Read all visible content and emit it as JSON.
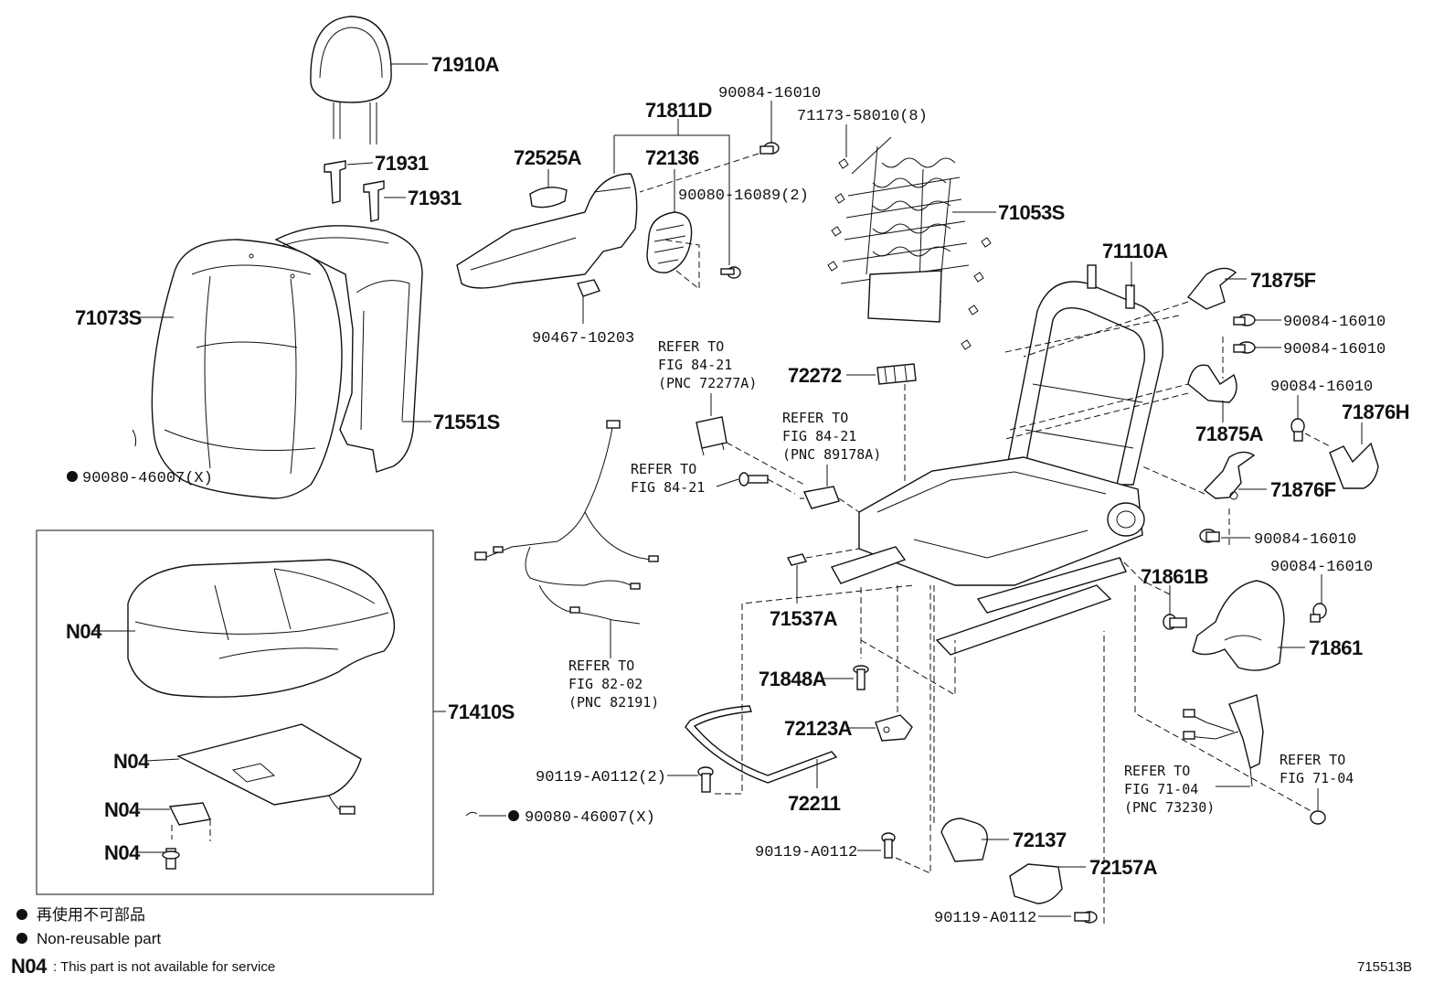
{
  "diagram_code": "715513B",
  "parts": {
    "p71910A": "71910A",
    "p71931a": "71931",
    "p71931b": "71931",
    "p71073S": "71073S",
    "p71551S": "71551S",
    "p90080_46007_a": "90080-46007(X)",
    "p90080_46007_b": "90080-46007(X)",
    "p71410S": "71410S",
    "n04_a": "N04",
    "n04_b": "N04",
    "n04_c": "N04",
    "n04_d": "N04",
    "p72525A": "72525A",
    "p71811D": "71811D",
    "p72136": "72136",
    "p90084_16010_top": "90084-16010",
    "p90080_16089": "90080-16089(2)",
    "p90467_10203": "90467-10203",
    "p71173_58010": "71173-58010(8)",
    "p71053S": "71053S",
    "p71110A": "71110A",
    "p71875F": "71875F",
    "p90084_16010_r1": "90084-16010",
    "p90084_16010_r2": "90084-16010",
    "p90084_16010_r3": "90084-16010",
    "p71875A": "71875A",
    "p71876H": "71876H",
    "p71876F": "71876F",
    "p90084_16010_r4": "90084-16010",
    "p90084_16010_r5": "90084-16010",
    "p71861B": "71861B",
    "p71861": "71861",
    "p72272": "72272",
    "p71537A": "71537A",
    "p71848A": "71848A",
    "p72123A": "72123A",
    "p72211": "72211",
    "p90119_a": "90119-A0112(2)",
    "p90119_b": "90119-A0112",
    "p90119_c": "90119-A0112",
    "p72137": "72137",
    "p72157A": "72157A"
  },
  "refs": {
    "r1": [
      "REFER TO",
      "FIG 84-21",
      "(PNC 72277A)"
    ],
    "r2": [
      "REFER TO",
      "FIG 84-21",
      "(PNC 89178A)"
    ],
    "r3": [
      "REFER TO",
      "FIG 84-21"
    ],
    "r4": [
      "REFER TO",
      "FIG 82-02",
      "(PNC 82191)"
    ],
    "r5": [
      "REFER TO",
      "FIG 71-04",
      "(PNC 73230)"
    ],
    "r6": [
      "REFER TO",
      "FIG 71-04"
    ]
  },
  "legend": {
    "jp": "再使用不可部品",
    "en": "Non-reusable part",
    "n04_code": "N04",
    "n04_text": ": This part is not available for service"
  }
}
